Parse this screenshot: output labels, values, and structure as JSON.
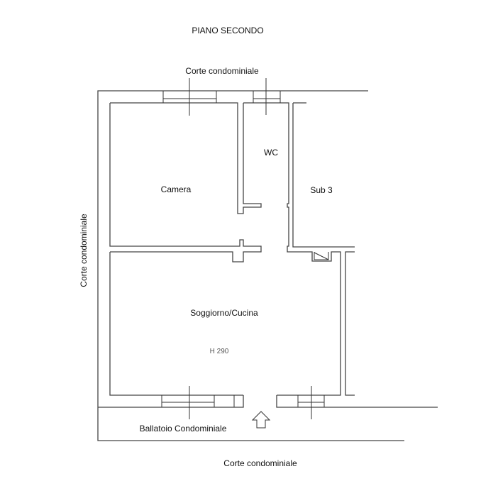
{
  "title": "PIANO SECONDO",
  "labels": {
    "corte_top": "Corte condominiale",
    "corte_left": "Corte condominiale",
    "corte_bottom": "Corte condominiale",
    "ballatoio": "Ballatoio Condominiale"
  },
  "rooms": {
    "camera": "Camera",
    "wc": "WC",
    "sub3": "Sub 3",
    "soggiorno": "Soggiorno/Cucina",
    "height": "H 290"
  },
  "icons": {
    "entrance": "entrance-arrow-icon"
  }
}
